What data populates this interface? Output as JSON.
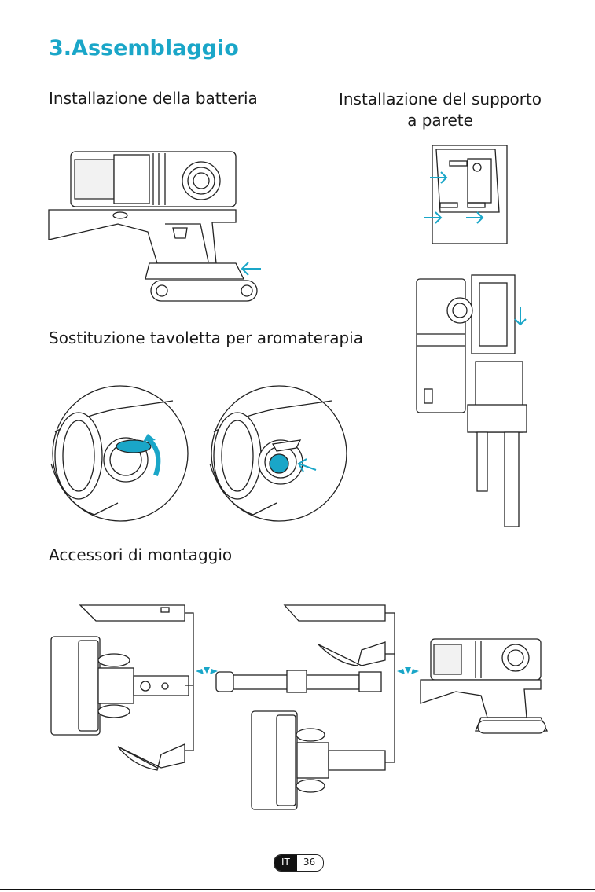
{
  "section_title": "3.Assemblaggio",
  "headings": {
    "battery": "Installazione della batteria",
    "wall_mount_line1": "Installazione del supporto",
    "wall_mount_line2": "a parete",
    "aroma": "Sostituzione tavoletta per aromaterapia",
    "accessories": "Accessori di montaggio"
  },
  "footer": {
    "language": "IT",
    "page": "36"
  },
  "colors": {
    "accent": "#1aa6c8",
    "ink": "#1a1a1a"
  }
}
